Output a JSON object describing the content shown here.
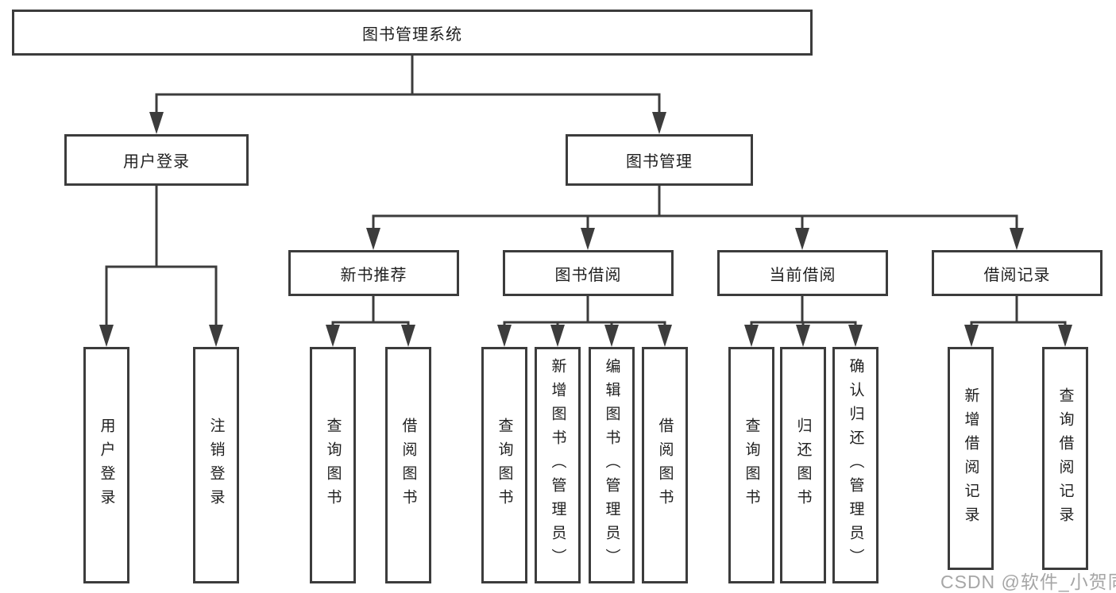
{
  "diagram": {
    "root": {
      "label": "图书管理系统",
      "children": [
        {
          "label": "用户登录",
          "children": [
            {
              "label": "用户登录"
            },
            {
              "label": "注销登录"
            }
          ]
        },
        {
          "label": "图书管理",
          "children": [
            {
              "label": "新书推荐",
              "children": [
                {
                  "label": "查询图书"
                },
                {
                  "label": "借阅图书"
                }
              ]
            },
            {
              "label": "图书借阅",
              "children": [
                {
                  "label": "查询图书"
                },
                {
                  "label": "新增图书（管理员）"
                },
                {
                  "label": "编辑图书（管理员）"
                },
                {
                  "label": "借阅图书"
                }
              ]
            },
            {
              "label": "当前借阅",
              "children": [
                {
                  "label": "查询图书"
                },
                {
                  "label": "归还图书"
                },
                {
                  "label": "确认归还（管理员）"
                }
              ]
            },
            {
              "label": "借阅记录",
              "children": [
                {
                  "label": "新增借阅记录"
                },
                {
                  "label": "查询借阅记录"
                }
              ]
            }
          ]
        }
      ]
    }
  },
  "watermark": {
    "text": "CSDN @软件_小贺同学"
  },
  "colors": {
    "line": "#3c3c3c",
    "text": "#1f1f1f",
    "watermark": "#a6a6a6",
    "background": "#ffffff"
  }
}
